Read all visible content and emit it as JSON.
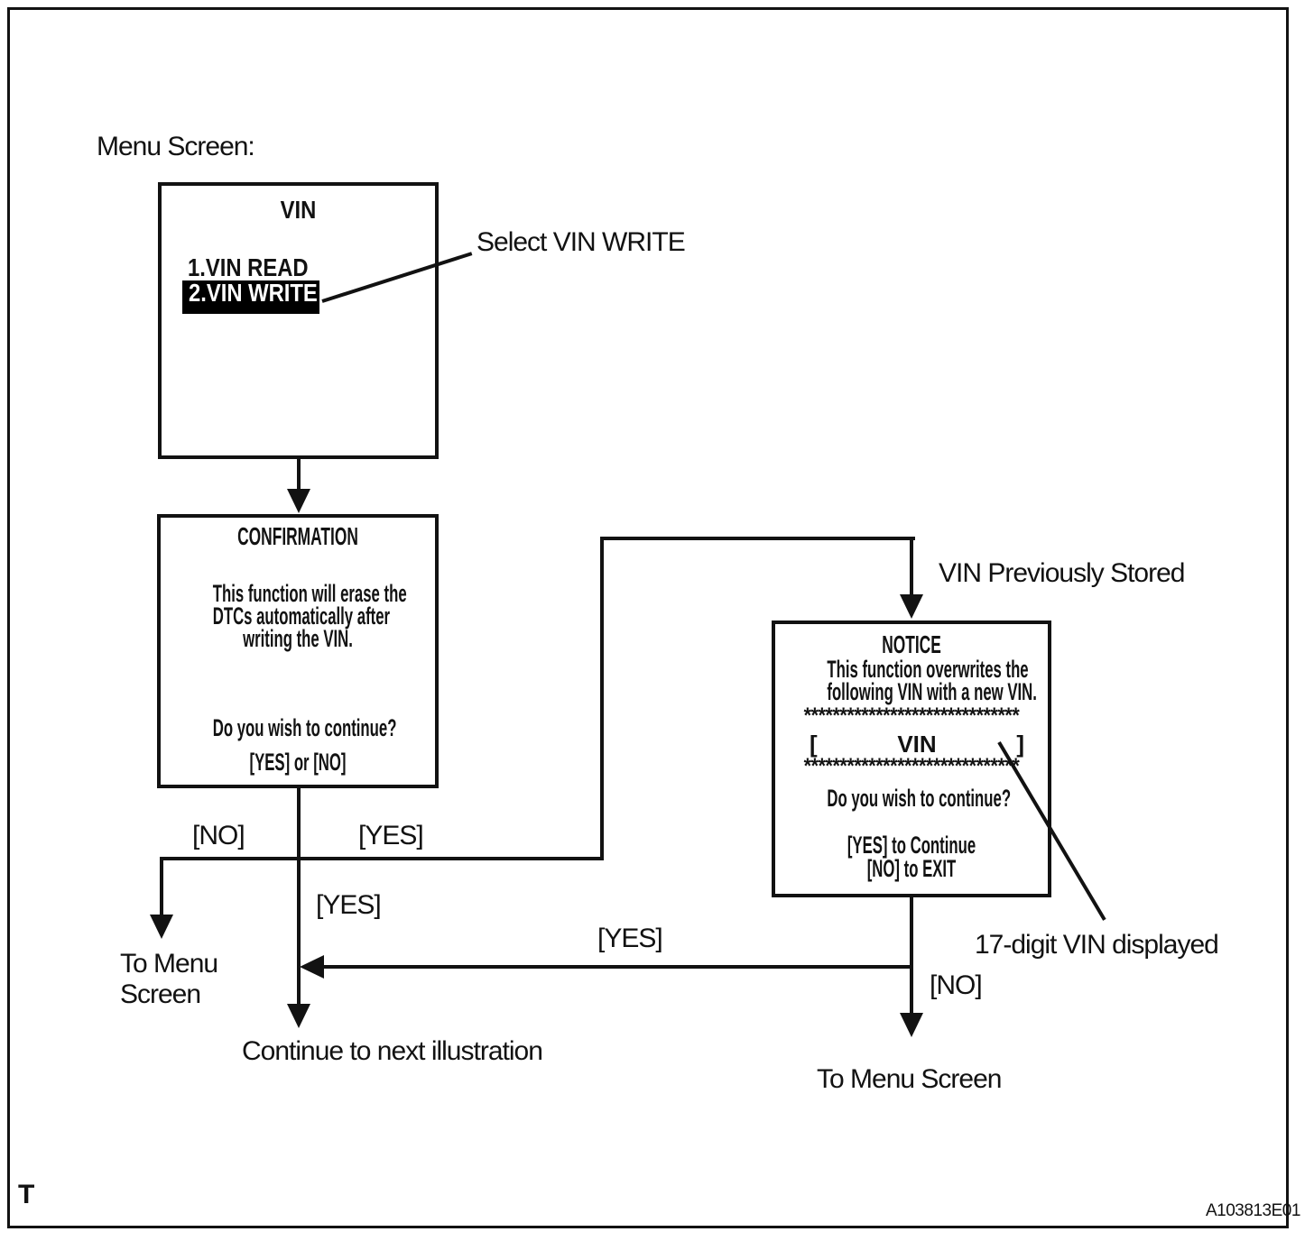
{
  "page": {
    "menu_screen_label": "Menu Screen:",
    "corner_label": "T",
    "figure_id": "A103813E01"
  },
  "menu_box": {
    "title": "VIN",
    "items": [
      {
        "label": "1.VIN READ",
        "highlighted": false
      },
      {
        "label": "2.VIN WRITE",
        "highlighted": true
      }
    ]
  },
  "callouts": {
    "select_vin_write": "Select VIN WRITE",
    "vin_previously_stored": "VIN Previously Stored",
    "vin_17_digit": "17-digit VIN displayed"
  },
  "confirmation_box": {
    "title": "CONFIRMATION",
    "body_line1": "This function will erase the",
    "body_line2": "DTCs automatically after",
    "body_line3": "writing the VIN.",
    "question": "Do you wish to continue?",
    "options": "[YES] or [NO]"
  },
  "notice_box": {
    "title": "NOTICE",
    "body_line1": "This function overwrites the",
    "body_line2": "following VIN with a new VIN.",
    "asterisk_row": "******************************",
    "bracket_open": "[",
    "vin_label": "VIN",
    "bracket_close": "]",
    "question": "Do you wish to continue?",
    "yes_instruction": "[YES] to Continue",
    "no_instruction": "[NO] to EXIT"
  },
  "branch_labels": {
    "confirm_no": "[NO]",
    "confirm_yes_branch": "[YES]",
    "confirm_yes_down": "[YES]",
    "notice_yes_return": "[YES]",
    "notice_no": "[NO]"
  },
  "outcomes": {
    "to_menu_screen_line1": "To Menu",
    "to_menu_screen_line2": "Screen",
    "continue_next": "Continue to next illustration",
    "to_menu_screen_right": "To Menu Screen"
  },
  "colors": {
    "ink": "#121212",
    "paper": "#ffffff",
    "highlight_bg": "#000000",
    "highlight_text": "#ffffff"
  }
}
